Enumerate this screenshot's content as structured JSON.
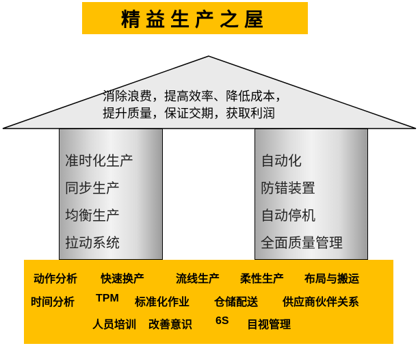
{
  "title": "精益生产之屋",
  "roof": {
    "lines": [
      "消除浪费，提高效率、降低成本，",
      "提升质量，保证交期，获取利润"
    ]
  },
  "pillars": {
    "left": {
      "items": [
        "准时化生产",
        "同步生产",
        "均衡生产",
        "拉动系统"
      ]
    },
    "right": {
      "items": [
        "自动化",
        "防错装置",
        "自动停机",
        "全面质量管理"
      ]
    }
  },
  "foundation": {
    "rows": [
      [
        "动作分析",
        "快速换产",
        "流线生产",
        "柔性生产",
        "布局与搬运"
      ],
      [
        "时间分析",
        "TPM",
        "标准化作业",
        "仓储配送",
        "供应商伙伴关系"
      ],
      [
        "人员培训",
        "改善意识",
        "6S",
        "目视管理"
      ]
    ]
  },
  "colors": {
    "accent_yellow": "#FFC000",
    "roof_fill": "#EAEAEA",
    "pillar_gray": "#C8C8C8",
    "outline": "#000000"
  }
}
